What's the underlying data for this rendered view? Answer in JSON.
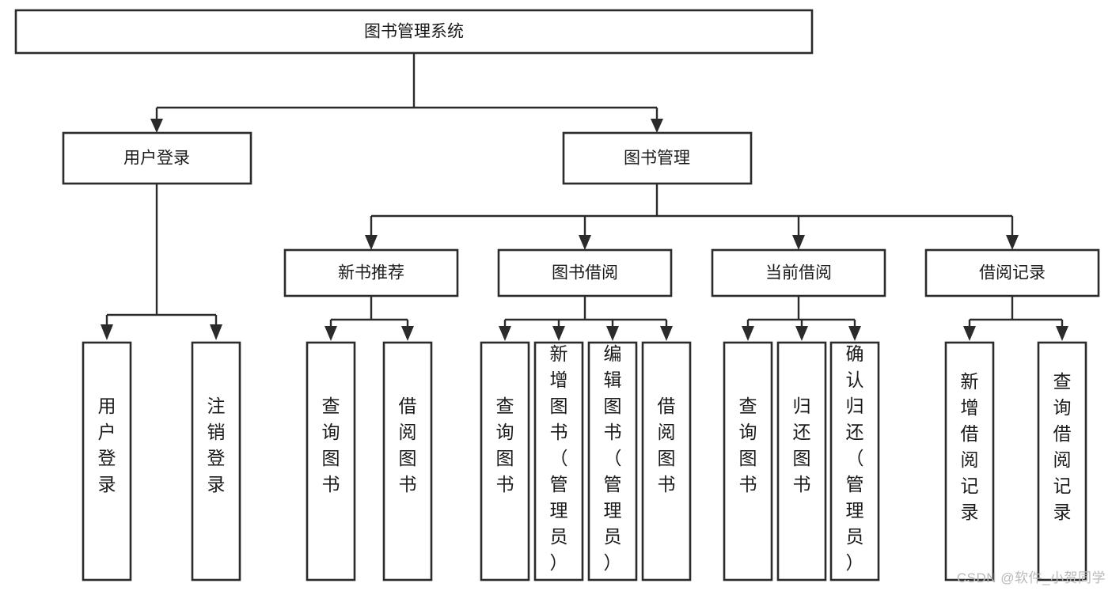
{
  "diagram": {
    "type": "hierarchy-tree",
    "title": "图书管理系统",
    "watermark": "CSDN @软件_小贺同学",
    "colors": {
      "box_stroke": "#2b2b2b",
      "box_fill": "#ffffff",
      "connector": "#2b2b2b",
      "text": "#1a1a1a",
      "background": "#ffffff",
      "watermark": "#b9b9b9"
    },
    "levels": {
      "root": {
        "label": "图书管理系统"
      },
      "level2": [
        {
          "label": "用户登录"
        },
        {
          "label": "图书管理"
        }
      ],
      "level3": [
        {
          "label": "新书推荐"
        },
        {
          "label": "图书借阅"
        },
        {
          "label": "当前借阅"
        },
        {
          "label": "借阅记录"
        }
      ],
      "leaves": {
        "user_login": [
          {
            "label": "用户登录"
          },
          {
            "label": "注销登录"
          }
        ],
        "new_book_recommend": [
          {
            "label": "查询图书"
          },
          {
            "label": "借阅图书"
          }
        ],
        "book_borrow": [
          {
            "label": "查询图书"
          },
          {
            "label": "新增图书（管理员）"
          },
          {
            "label": "编辑图书（管理员）"
          },
          {
            "label": "借阅图书"
          }
        ],
        "current_borrow": [
          {
            "label": "查询图书"
          },
          {
            "label": "归还图书"
          },
          {
            "label": "确认归还（管理员）"
          }
        ],
        "borrow_record": [
          {
            "label": "新增借阅记录"
          },
          {
            "label": "查询借阅记录"
          }
        ]
      }
    }
  }
}
